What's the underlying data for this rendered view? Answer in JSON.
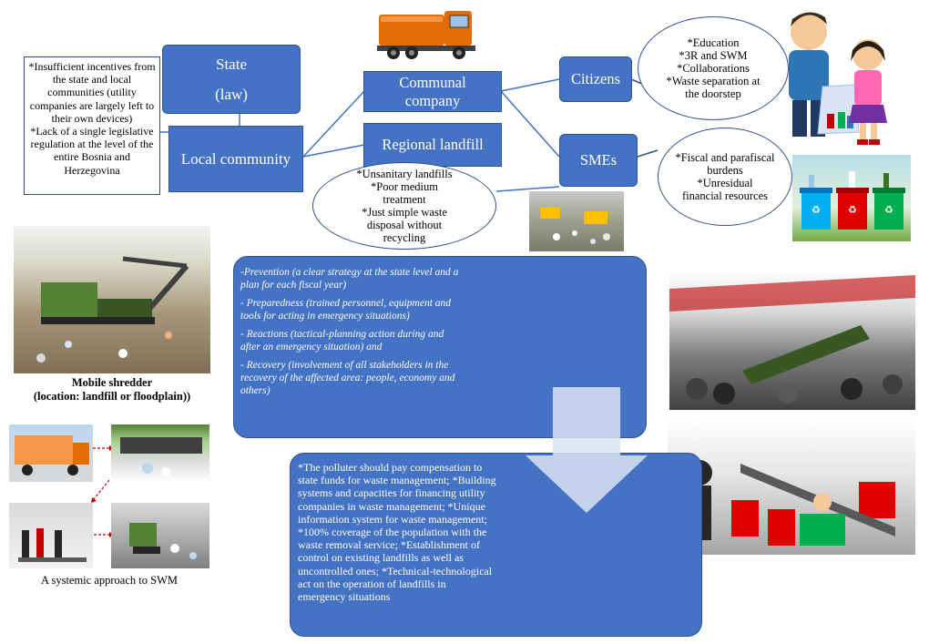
{
  "nodes": {
    "state_line1": "State",
    "state_line2": "(law)",
    "local_community": "Local community",
    "communal_company": "Communal company",
    "regional_landfill": "Regional landfill",
    "citizens": "Citizens",
    "smes": "SMEs"
  },
  "notes": {
    "local_issues": [
      "*Insufficient incentives from the state and local communities (utility companies are largely left to their own devices)",
      "*Lack of a single legislative regulation at the level of the entire Bosnia and Herzegovina"
    ],
    "citizens_needs": [
      "*Education",
      "*3R and SWM",
      "*Collaborations",
      "*Waste separation at the doorstep"
    ],
    "smes_burdens": [
      "*Fiscal and parafiscal burdens",
      "*Unresidual financial resources"
    ],
    "landfill_issues": [
      "*Unsanitary landfills",
      "*Poor medium treatment",
      "*Just simple waste disposal without recycling"
    ]
  },
  "phases": [
    "-Prevention (a clear strategy at the state level and a plan for each fiscal year)",
    "- Preparedness (trained personnel, equipment and tools for acting in emergency situations)",
    "- Reactions (tactical-planning action during and after an emergency situation) and",
    "- Recovery (involvement of all stakeholders in the recovery of the affected area: people, economy and others)"
  ],
  "measures": "*The polluter should pay compensation to state funds for waste management; *Building systems and capacities for financing utility companies in waste management; *Unique information system for waste management; *100% coverage of the population with the waste removal service; *Establishment of control on existing landfills as well as uncontrolled ones; *Technical-technological act on the operation of landfills in emergency situations",
  "captions": {
    "shredder_line1": "Mobile shredder",
    "shredder_line2": "(location: landfill or floodplain))",
    "systemic": "A systemic approach to SWM"
  },
  "icons": {
    "truck": "garbage-truck-icon",
    "family": "family-recycling-illustration",
    "bins": "recycling-bins-photo"
  },
  "colors": {
    "box": "#4472c4",
    "border": "#2f528f"
  }
}
